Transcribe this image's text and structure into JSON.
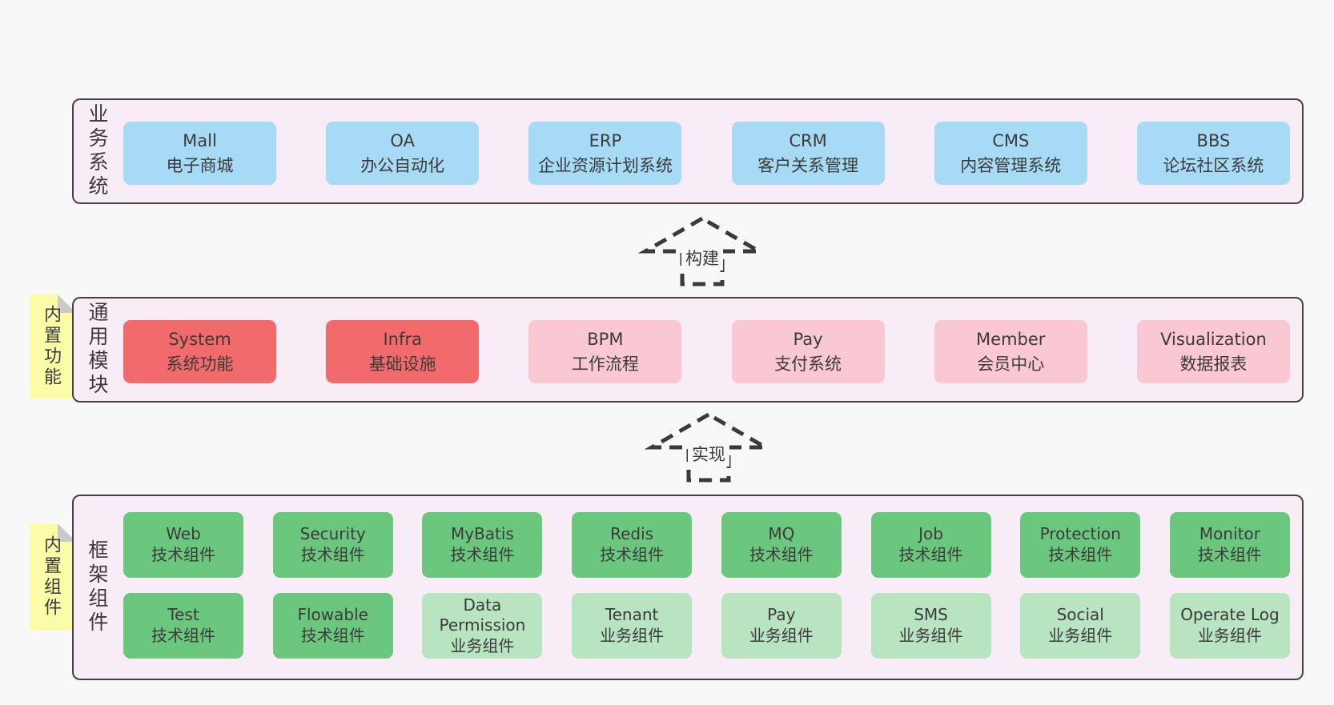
{
  "colors": {
    "page_bg": "#f8f8f8",
    "panel_bg": "#f8edf6",
    "panel_border": "#434343",
    "box_blue": "#a7daf4",
    "box_red": "#f16b6c",
    "box_pink": "#f9c8d2",
    "box_green_dark": "#6bc77e",
    "box_green_light": "#b8e4c1",
    "note_yellow": "#fafca8",
    "note_fold_gray": "#c9c9c9",
    "text": "#3b3b3b"
  },
  "sections": {
    "business": {
      "side_label": "业务系统",
      "boxes": [
        {
          "title": "Mall",
          "subtitle": "电子商城",
          "variant": "blue"
        },
        {
          "title": "OA",
          "subtitle": "办公自动化",
          "variant": "blue"
        },
        {
          "title": "ERP",
          "subtitle": "企业资源计划系统",
          "variant": "blue"
        },
        {
          "title": "CRM",
          "subtitle": "客户关系管理",
          "variant": "blue"
        },
        {
          "title": "CMS",
          "subtitle": "内容管理系统",
          "variant": "blue"
        },
        {
          "title": "BBS",
          "subtitle": "论坛社区系统",
          "variant": "blue"
        }
      ]
    },
    "common": {
      "side_label": "通用模块",
      "boxes": [
        {
          "title": "System",
          "subtitle": "系统功能",
          "variant": "red"
        },
        {
          "title": "Infra",
          "subtitle": "基础设施",
          "variant": "red"
        },
        {
          "title": "BPM",
          "subtitle": "工作流程",
          "variant": "pink"
        },
        {
          "title": "Pay",
          "subtitle": "支付系统",
          "variant": "pink"
        },
        {
          "title": "Member",
          "subtitle": "会员中心",
          "variant": "pink"
        },
        {
          "title": "Visualization",
          "subtitle": "数据报表",
          "variant": "pink"
        }
      ]
    },
    "framework": {
      "side_label": "框架组件",
      "rows": [
        {
          "boxes": [
            {
              "title": "Web",
              "subtitle": "技术组件",
              "variant": "green-dark"
            },
            {
              "title": "Security",
              "subtitle": "技术组件",
              "variant": "green-dark"
            },
            {
              "title": "MyBatis",
              "subtitle": "技术组件",
              "variant": "green-dark"
            },
            {
              "title": "Redis",
              "subtitle": "技术组件",
              "variant": "green-dark"
            },
            {
              "title": "MQ",
              "subtitle": "技术组件",
              "variant": "green-dark"
            },
            {
              "title": "Job",
              "subtitle": "技术组件",
              "variant": "green-dark"
            },
            {
              "title": "Protection",
              "subtitle": "技术组件",
              "variant": "green-dark"
            },
            {
              "title": "Monitor",
              "subtitle": "技术组件",
              "variant": "green-dark"
            }
          ]
        },
        {
          "boxes": [
            {
              "title": "Test",
              "subtitle": "技术组件",
              "variant": "green-dark"
            },
            {
              "title": "Flowable",
              "subtitle": "技术组件",
              "variant": "green-dark"
            },
            {
              "title": "Data Permission",
              "subtitle": "业务组件",
              "variant": "green-light"
            },
            {
              "title": "Tenant",
              "subtitle": "业务组件",
              "variant": "green-light"
            },
            {
              "title": "Pay",
              "subtitle": "业务组件",
              "variant": "green-light"
            },
            {
              "title": "SMS",
              "subtitle": "业务组件",
              "variant": "green-light"
            },
            {
              "title": "Social",
              "subtitle": "业务组件",
              "variant": "green-light"
            },
            {
              "title": "Operate Log",
              "subtitle": "业务组件",
              "variant": "green-light"
            }
          ]
        }
      ]
    }
  },
  "notes": [
    {
      "text": "内置功能"
    },
    {
      "text": "内置组件"
    }
  ],
  "arrows": [
    {
      "label": "构建"
    },
    {
      "label": "实现"
    }
  ]
}
